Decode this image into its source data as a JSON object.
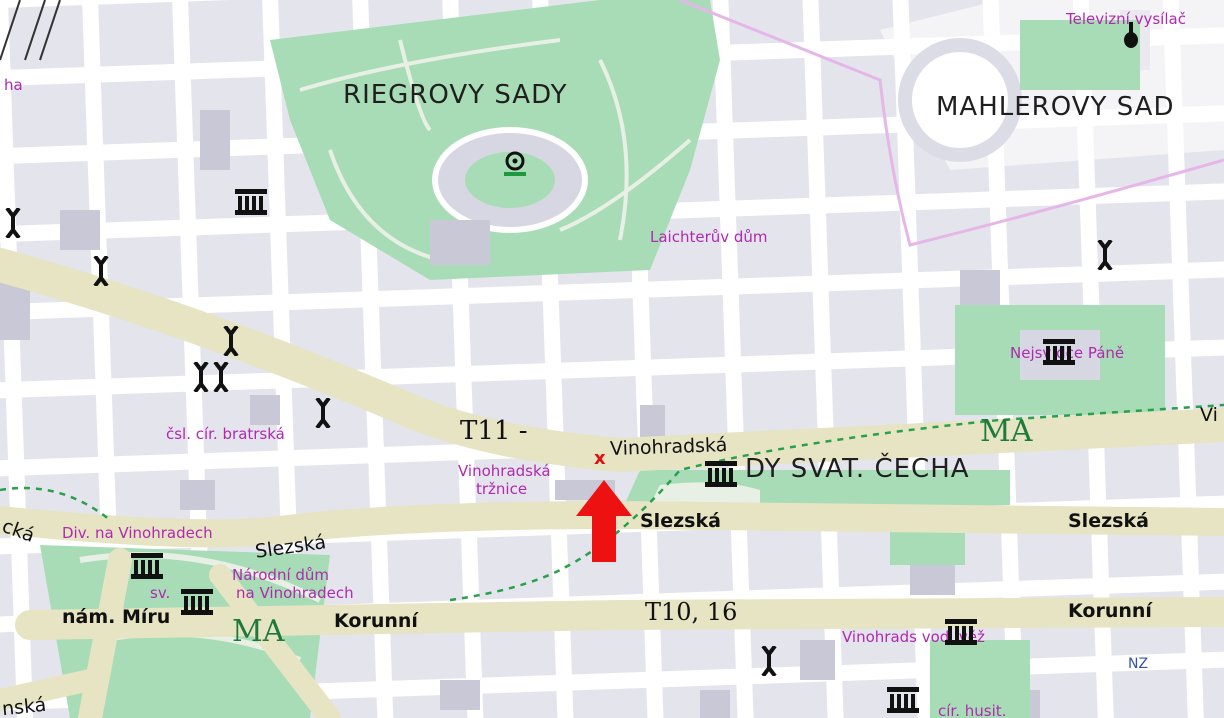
{
  "map": {
    "parks": [
      {
        "id": "riegrovy",
        "label": "RIEGROVY  SADY"
      },
      {
        "id": "mahlerovy",
        "label": "MAHLEROVY SAD"
      },
      {
        "id": "svatcecha",
        "label": "DY SVAT. ČECHA"
      }
    ],
    "pois": [
      {
        "id": "televizni",
        "label": "Televizní vysílač"
      },
      {
        "id": "laichteruv",
        "label": "Laichterův dům"
      },
      {
        "id": "nejsv",
        "label": "Nejsv     dce Páně"
      },
      {
        "id": "bratrska",
        "label": "čsl. cír. bratrská"
      },
      {
        "id": "trznice1",
        "label": "Vinohradská"
      },
      {
        "id": "trznice2",
        "label": "tržnice"
      },
      {
        "id": "divadlo",
        "label": "Div. na Vinohradech"
      },
      {
        "id": "narodni1",
        "label": "Národní dům"
      },
      {
        "id": "narodni2",
        "label": "na Vinohradech"
      },
      {
        "id": "svludmila",
        "label": "sv. "
      },
      {
        "id": "vodvez",
        "label": "Vinohrads     vod. věž"
      },
      {
        "id": "cirhus",
        "label": "cír. husit."
      },
      {
        "id": "ha",
        "label": "ha"
      }
    ],
    "streets": [
      {
        "id": "vinohradska",
        "label": "Vinohradská"
      },
      {
        "id": "vinohradska-r",
        "label": "Vi"
      },
      {
        "id": "slezska1",
        "label": "Slezská"
      },
      {
        "id": "slezska2",
        "label": "Slezská"
      },
      {
        "id": "slezska3",
        "label": "Slezská"
      },
      {
        "id": "korunni1",
        "label": "Korunní"
      },
      {
        "id": "korunni2",
        "label": "Korunní"
      },
      {
        "id": "nammiru",
        "label": "nám. Míru"
      },
      {
        "id": "nska",
        "label": "nská"
      },
      {
        "id": "cka",
        "label": "cká"
      }
    ],
    "handwritten": [
      {
        "id": "t11",
        "label": "T11 -"
      },
      {
        "id": "t10",
        "label": "T10, 16"
      },
      {
        "id": "ma1",
        "label": "MA"
      },
      {
        "id": "ma2",
        "label": "MA"
      }
    ],
    "other_labels": [
      {
        "id": "nz",
        "label": "NZ"
      }
    ],
    "markers": {
      "location_x": "x",
      "arrow_color": "#ee1111"
    },
    "icons": {
      "museum": "museum-icon",
      "wrench": "wrench-icon",
      "stadium": "stadium-icon",
      "tower": "tv-tower-icon",
      "arrow": "arrow-up-icon"
    },
    "colors": {
      "park": "#a8dcb6",
      "park_path": "#e8efe4",
      "road_main": "#e6e4c2",
      "road_minor": "#ffffff",
      "block": "#e4e4ec",
      "building": "#c8c8d6",
      "poi_text": "#b02ab0",
      "pink_line": "#e5b6e8",
      "metro_dash": "#29a04a"
    }
  }
}
